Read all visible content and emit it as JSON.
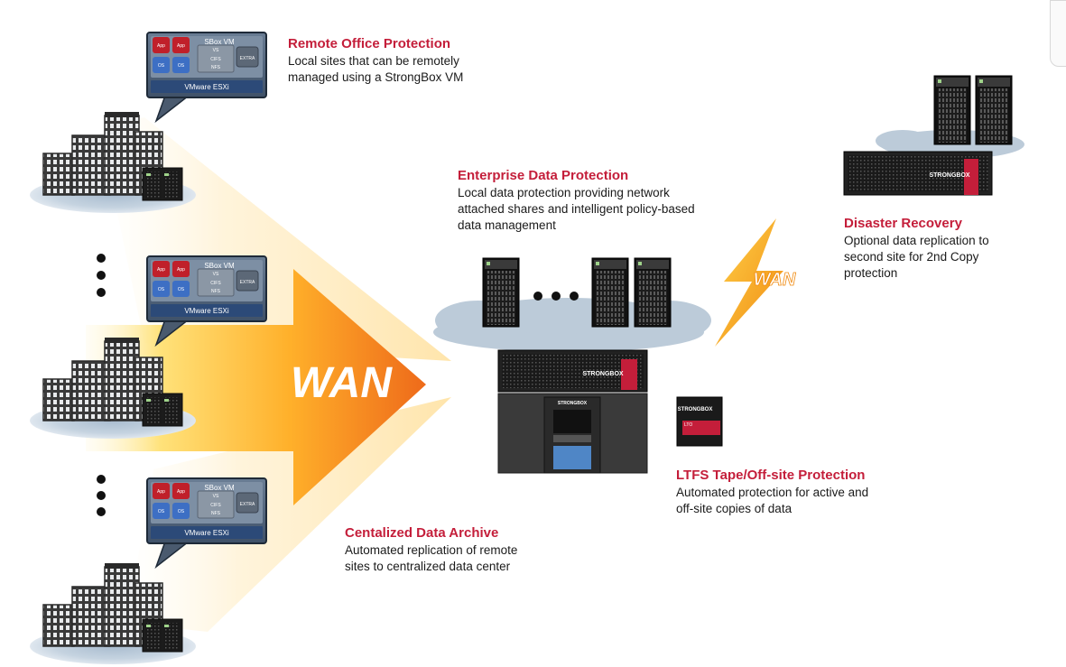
{
  "captions": {
    "remote": {
      "title": "Remote Office Protection",
      "lines": [
        "Local sites that can be remotely",
        "managed using a StrongBox VM"
      ]
    },
    "enterprise": {
      "title": "Enterprise Data Protection",
      "lines": [
        "Local data protection providing network",
        "attached shares and intelligent policy-based",
        "data management"
      ]
    },
    "disaster": {
      "title": "Disaster Recovery",
      "lines": [
        "Optional data replication to",
        "second site for 2nd Copy",
        "protection"
      ]
    },
    "ltfs": {
      "title": "LTFS Tape/Off-site Protection",
      "lines": [
        "Automated protection for active and",
        "off-site copies of data"
      ]
    },
    "archive": {
      "title": "Centalized Data Archive",
      "lines": [
        "Automated replication of remote",
        "sites to centralized data center"
      ]
    }
  },
  "vm_panel": {
    "title": "SBox VM",
    "app1": "App",
    "app2": "App",
    "os1": "OS",
    "os2": "OS",
    "cifs": "CIFS",
    "nfs": "NFS",
    "extra": "EXTRA",
    "vms": "VS",
    "host": "VMware ESXi"
  },
  "wan_main": "WAN",
  "wan_bolt": "WAN",
  "brand": {
    "appliance": "STRONGBOX",
    "tape_brand": "STRONGBOX",
    "tape_type": "LTO"
  },
  "colors": {
    "accent_red": "#c41e3a",
    "arrow_start": "#fff4c0",
    "arrow_mid": "#ffc23a",
    "arrow_end": "#ee6a1a",
    "cloud": "#b9c9d9",
    "server_dark": "#1e1e1e"
  },
  "icons": [
    "building-icon",
    "server-rack-icon",
    "cloud-icon",
    "lightning-bolt-icon",
    "tape-cartridge-icon",
    "tape-library-icon",
    "ellipsis-icon"
  ]
}
